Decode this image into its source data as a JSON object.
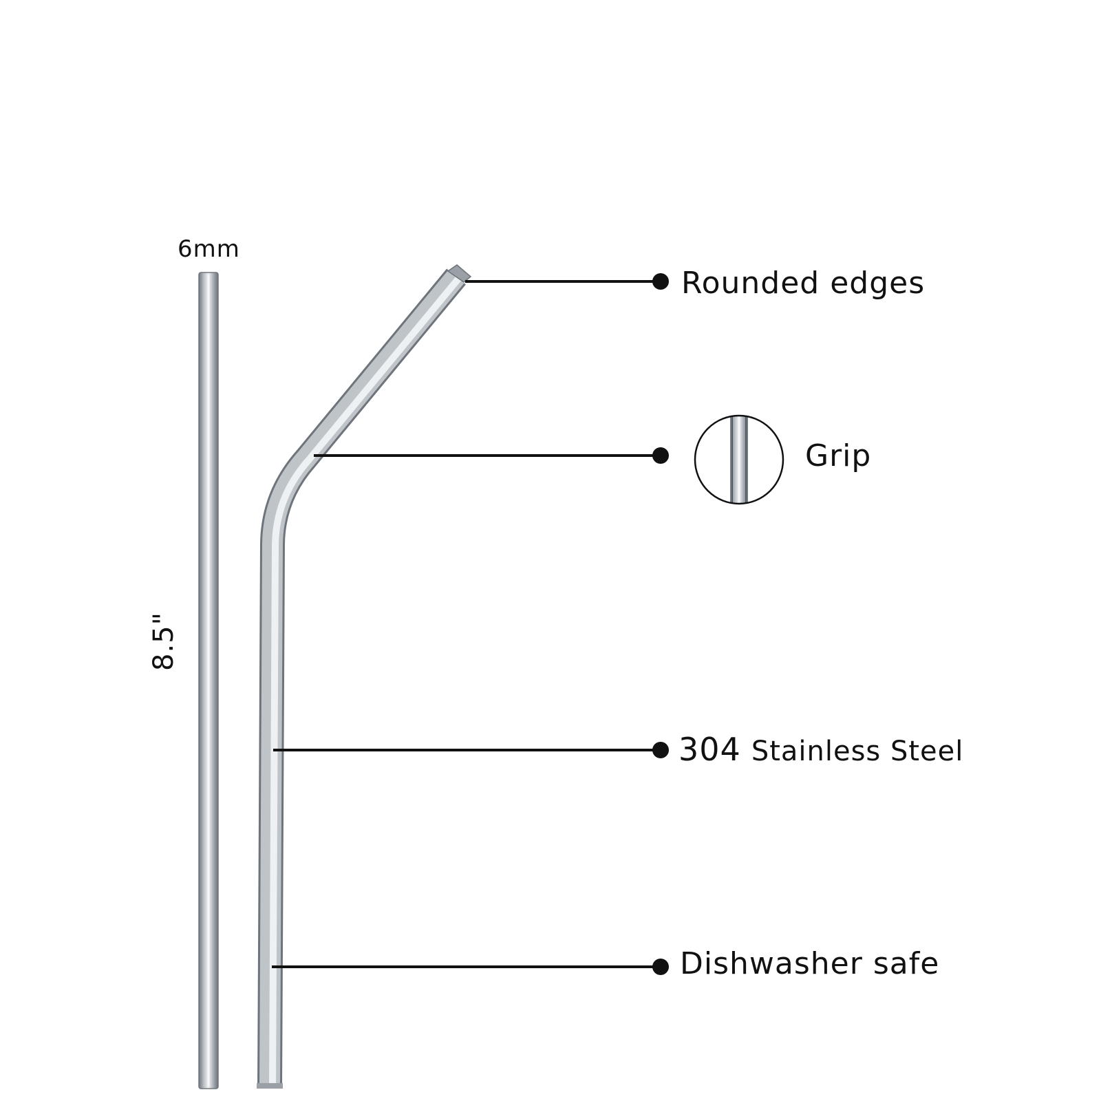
{
  "dimensions": {
    "diameter": "6mm",
    "length": "8.5\""
  },
  "features": {
    "rounded_edges": "Rounded edges",
    "grip": "Grip",
    "steel_grade": "304",
    "steel_material": "Stainless Steel",
    "dishwasher": "Dishwasher safe"
  },
  "colors": {
    "background": "#ffffff",
    "steel_dark": "#7d848b",
    "steel_mid": "#b6bcc2",
    "steel_light": "#eef1f4",
    "callout": "#111111"
  }
}
